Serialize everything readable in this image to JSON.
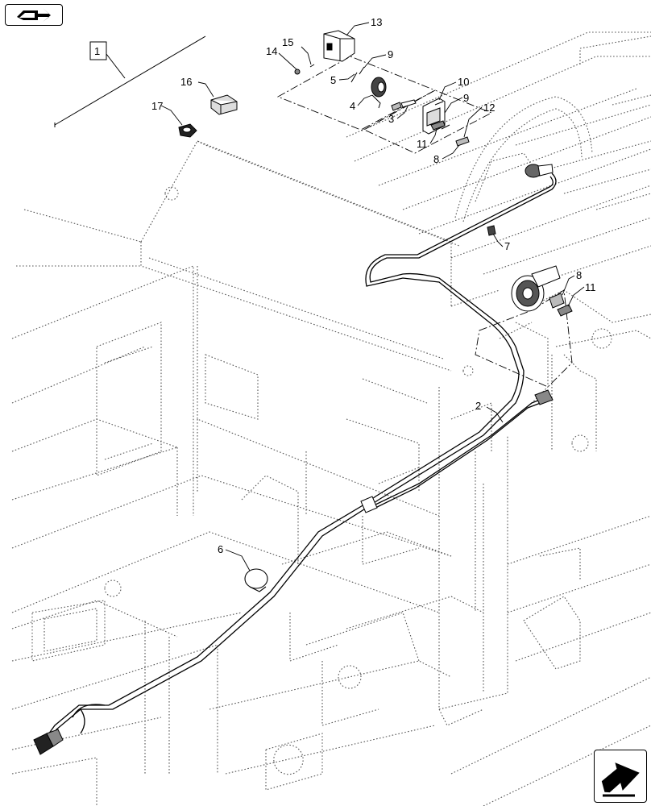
{
  "header": {
    "back_icon": "book-arrow-icon"
  },
  "footer": {
    "next_icon": "forward-arrow-icon"
  },
  "assembly_box": {
    "label": "1"
  },
  "callouts": [
    {
      "id": "c13",
      "label": "13"
    },
    {
      "id": "c15",
      "label": "15"
    },
    {
      "id": "c14",
      "label": "14"
    },
    {
      "id": "c9a",
      "label": "9"
    },
    {
      "id": "c5",
      "label": "5"
    },
    {
      "id": "c16",
      "label": "16"
    },
    {
      "id": "c10",
      "label": "10"
    },
    {
      "id": "c9b",
      "label": "9"
    },
    {
      "id": "c12",
      "label": "12"
    },
    {
      "id": "c4",
      "label": "4"
    },
    {
      "id": "c17",
      "label": "17"
    },
    {
      "id": "c3",
      "label": "3"
    },
    {
      "id": "c11a",
      "label": "11"
    },
    {
      "id": "c8a",
      "label": "8"
    },
    {
      "id": "c7",
      "label": "7"
    },
    {
      "id": "c8b",
      "label": "8"
    },
    {
      "id": "c11b",
      "label": "11"
    },
    {
      "id": "c2",
      "label": "2"
    },
    {
      "id": "c6",
      "label": "6"
    }
  ]
}
